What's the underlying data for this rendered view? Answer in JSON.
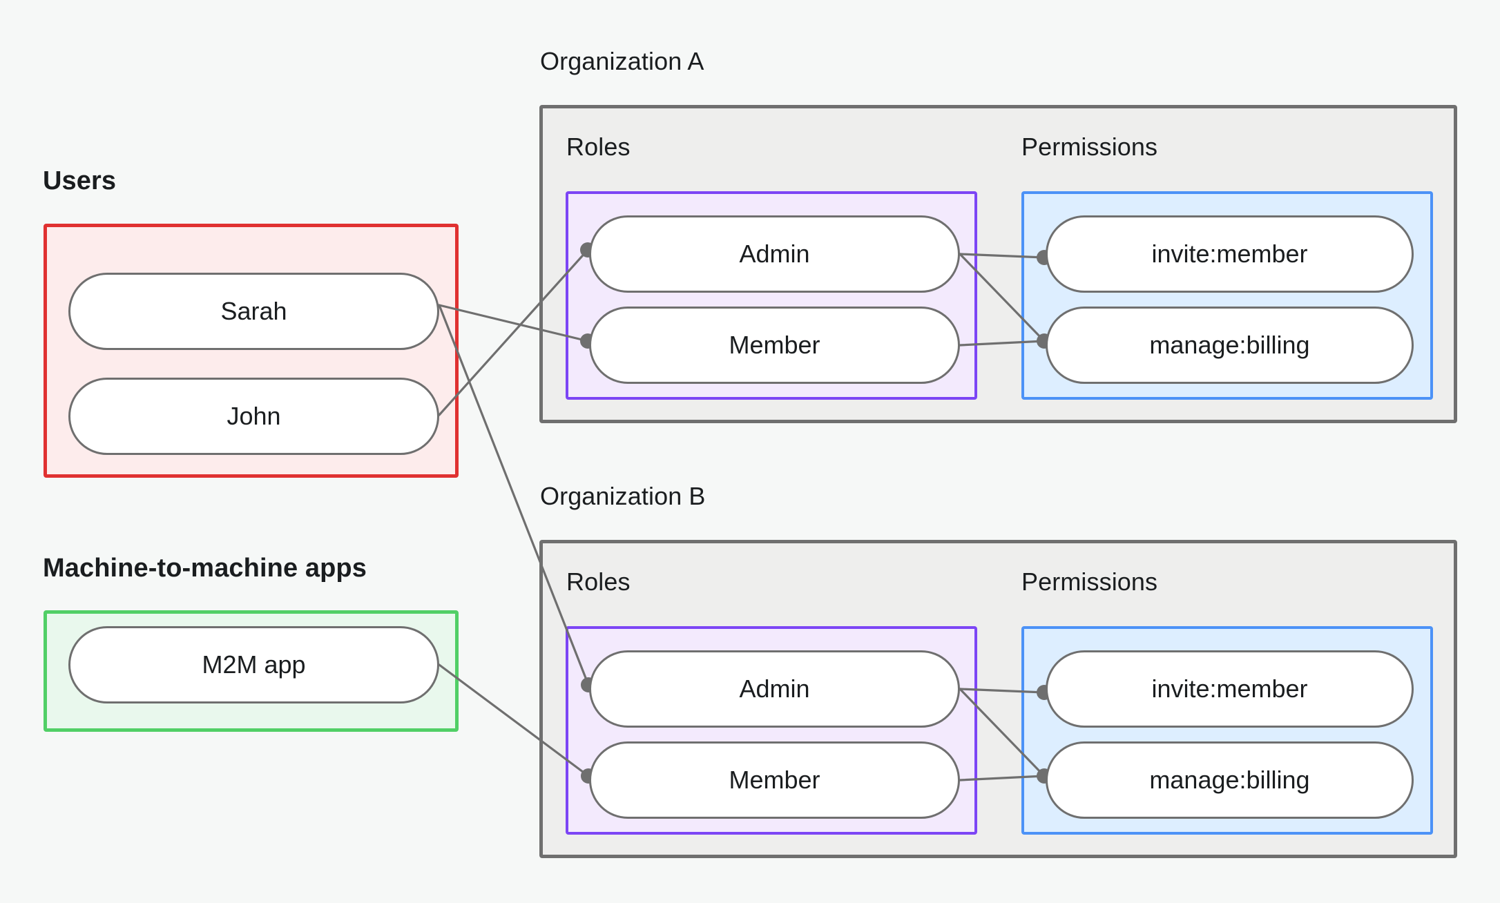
{
  "diagram": {
    "title_semantics": "organization roles and permissions mapping",
    "colors": {
      "canvas_bg": "#f6f8f7",
      "users_border": "#e03131",
      "users_fill": "#fdecec",
      "m2m_border": "#51cf66",
      "m2m_fill": "#e9f8ed",
      "org_border": "#6f6f6f",
      "org_fill": "#eeeeed",
      "roles_border": "#7c45f5",
      "roles_fill": "#f3eafd",
      "permissions_border": "#4c92f7",
      "permissions_fill": "#ddeeff",
      "node_border": "#6f6f6f",
      "node_fill": "#ffffff",
      "edge": "#6f6f6f",
      "text": "#1a1d1f"
    }
  },
  "users_group": {
    "label": "Users",
    "nodes": [
      {
        "label": "Sarah"
      },
      {
        "label": "John"
      }
    ]
  },
  "m2m_group": {
    "label": "Machine-to-machine apps",
    "nodes": [
      {
        "label": "M2M app"
      }
    ]
  },
  "organizations": [
    {
      "label": "Organization A",
      "roles_label": "Roles",
      "permissions_label": "Permissions",
      "roles": [
        {
          "label": "Admin"
        },
        {
          "label": "Member"
        }
      ],
      "permissions": [
        {
          "label": "invite:member"
        },
        {
          "label": "manage:billing"
        }
      ]
    },
    {
      "label": "Organization B",
      "roles_label": "Roles",
      "permissions_label": "Permissions",
      "roles": [
        {
          "label": "Admin"
        },
        {
          "label": "Member"
        }
      ],
      "permissions": [
        {
          "label": "invite:member"
        },
        {
          "label": "manage:billing"
        }
      ]
    }
  ],
  "edges": [
    {
      "from": "Sarah",
      "to": "Organization A / Member"
    },
    {
      "from": "Sarah",
      "to": "Organization B / Admin"
    },
    {
      "from": "John",
      "to": "Organization A / Admin"
    },
    {
      "from": "M2M app",
      "to": "Organization B / Member"
    },
    {
      "from": "Organization A / Admin",
      "to": "Organization A / invite:member"
    },
    {
      "from": "Organization A / Admin",
      "to": "Organization A / manage:billing"
    },
    {
      "from": "Organization A / Member",
      "to": "Organization A / manage:billing"
    },
    {
      "from": "Organization B / Admin",
      "to": "Organization B / invite:member"
    },
    {
      "from": "Organization B / Admin",
      "to": "Organization B / manage:billing"
    },
    {
      "from": "Organization B / Member",
      "to": "Organization B / manage:billing"
    }
  ]
}
